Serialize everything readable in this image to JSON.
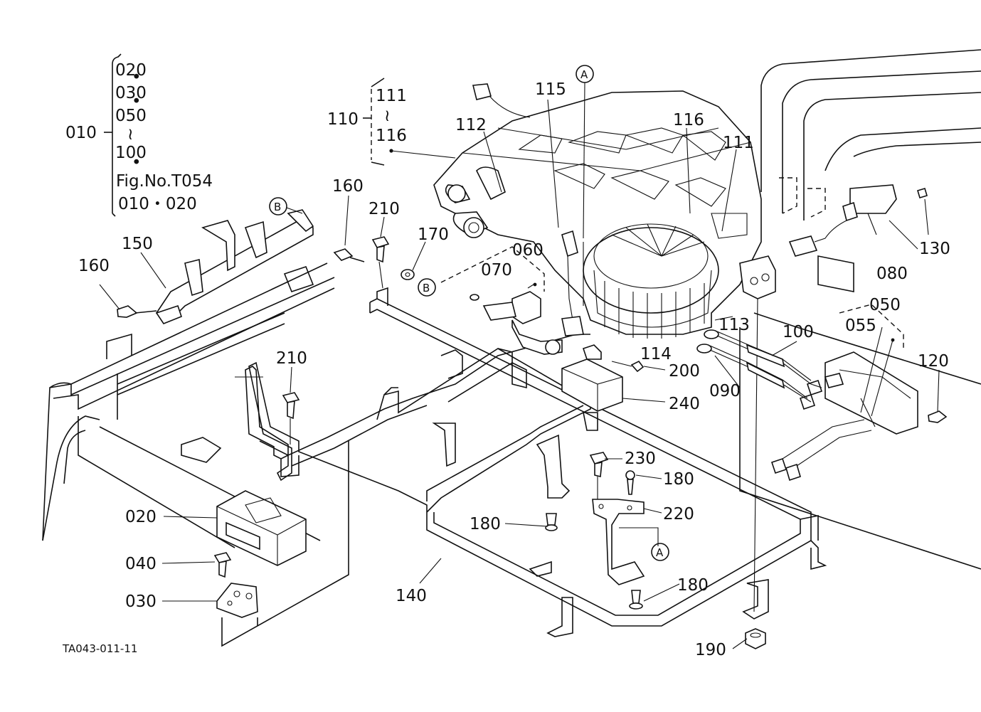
{
  "group_010": {
    "label": "010",
    "members": [
      "020",
      "030",
      "050",
      "100"
    ],
    "fig_ref_line1": "Fig.No.T054",
    "fig_ref_line2": "010・020"
  },
  "group_110": {
    "label": "110",
    "range_from": "111",
    "range_to": "116",
    "tilde": "≀"
  },
  "group_050": {
    "label": "050",
    "sub": "055"
  },
  "group_060": {
    "label": "060",
    "sub": "070"
  },
  "callouts": {
    "A": "A",
    "B": "B"
  },
  "parts": {
    "p020": "020",
    "p030": "030",
    "p040": "040",
    "p080": "080",
    "p090": "090",
    "p100": "100",
    "p111": "111",
    "p112": "112",
    "p113": "113",
    "p114": "114",
    "p115": "115",
    "p116": "116",
    "p120": "120",
    "p130": "130",
    "p140": "140",
    "p150": "150",
    "p160a": "160",
    "p160b": "160",
    "p170": "170",
    "p180a": "180",
    "p180b": "180",
    "p180c": "180",
    "p190": "190",
    "p200": "200",
    "p210a": "210",
    "p210b": "210",
    "p220": "220",
    "p230": "230",
    "p240": "240"
  },
  "drawing_code": "TA043-011-11"
}
